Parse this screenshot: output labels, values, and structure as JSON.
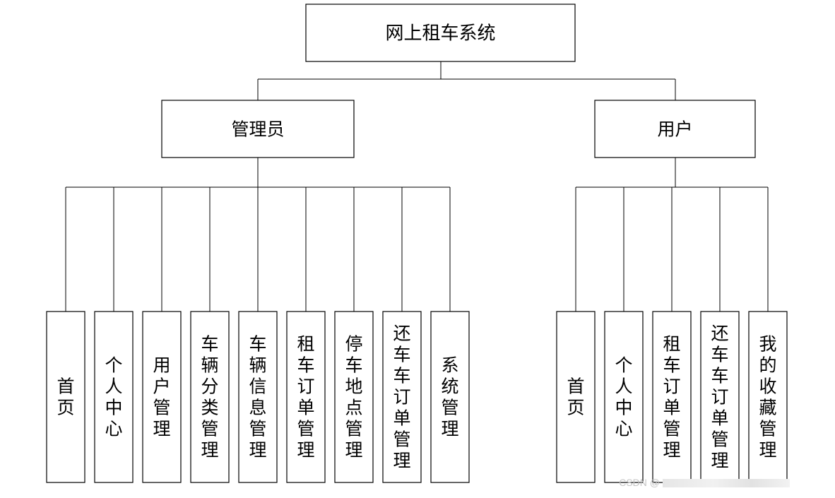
{
  "root": {
    "label": "网上租车系统"
  },
  "branches": [
    {
      "label": "管理员",
      "children": [
        "首页",
        "个人中心",
        "用户管理",
        "车辆分类管理",
        "车辆信息管理",
        "租车订单管理",
        "停车地点管理",
        "还车车订单管理",
        "系统管理"
      ]
    },
    {
      "label": "用户",
      "children": [
        "首页",
        "个人中心",
        "租车订单管理",
        "还车车订单管理",
        "我的收藏管理"
      ]
    }
  ],
  "watermark": {
    "text": "CSDN @"
  }
}
